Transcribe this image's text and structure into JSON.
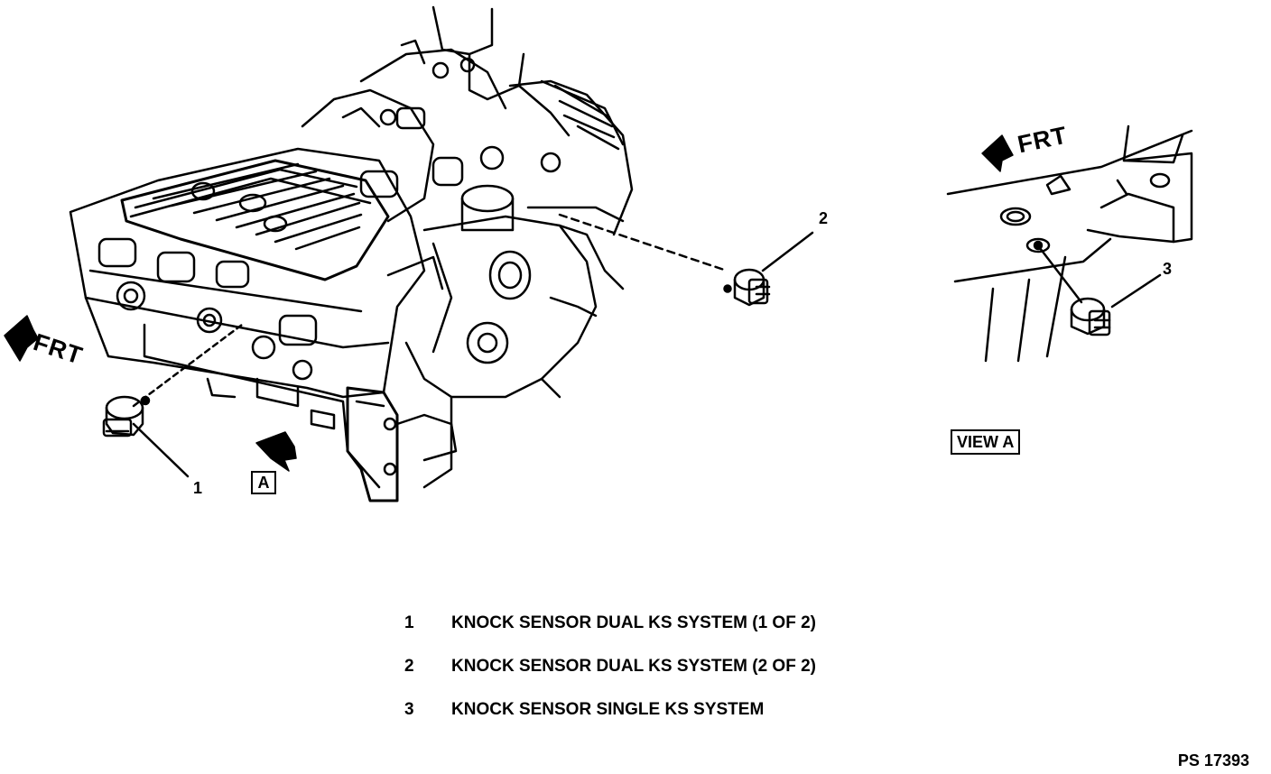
{
  "main_view": {
    "frt_label": "FRT",
    "view_ref": "A",
    "callouts": [
      "1",
      "2"
    ]
  },
  "view_a": {
    "frt_label": "FRT",
    "title": "VIEW A",
    "callouts": [
      "3"
    ]
  },
  "legend": [
    {
      "num": "1",
      "text": "KNOCK SENSOR DUAL KS SYSTEM (1 OF 2)"
    },
    {
      "num": "2",
      "text": "KNOCK SENSOR DUAL KS SYSTEM (2 OF 2)"
    },
    {
      "num": "3",
      "text": "KNOCK SENSOR SINGLE KS SYSTEM"
    }
  ],
  "figure_id": "PS 17393"
}
